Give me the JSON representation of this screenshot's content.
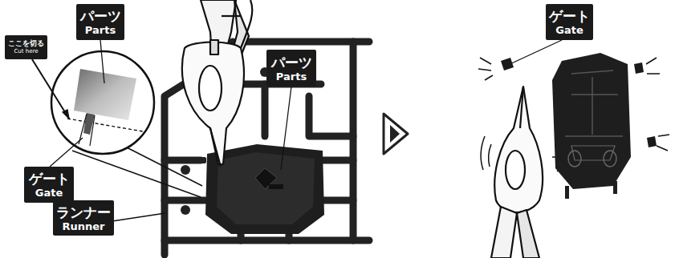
{
  "diagram": {
    "nodes": [
      {
        "text": [
          "パーツ",
          "Parts"
        ]
      },
      {
        "text": [
          "ここを切る",
          "Cut here"
        ]
      },
      {
        "text": [
          "パーツ",
          "Parts"
        ]
      },
      {
        "text": [
          "ゲート",
          "Gate"
        ]
      },
      {
        "text": [
          "ランナー",
          "Runner"
        ]
      },
      {
        "text": [
          "ゲート",
          "Gate"
        ]
      }
    ]
  }
}
